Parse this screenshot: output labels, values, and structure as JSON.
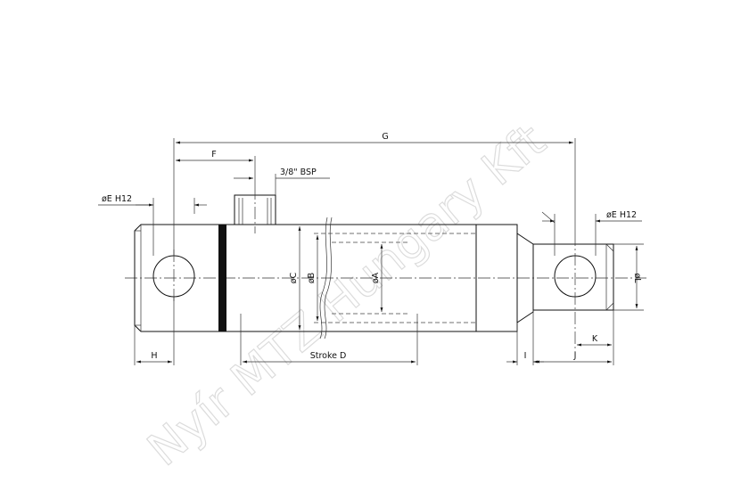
{
  "watermark": "Nyír MTZ Hungary Kft",
  "dimensions": {
    "G": "G",
    "F": "F",
    "port": "3/8\" BSP",
    "pin_left": "øE H12",
    "pin_right": "øE H12",
    "C": "øC",
    "B": "øB",
    "A": "øA",
    "L": "øL",
    "H": "H",
    "stroke": "Stroke D",
    "I": "I",
    "J": "J",
    "K": "K"
  }
}
